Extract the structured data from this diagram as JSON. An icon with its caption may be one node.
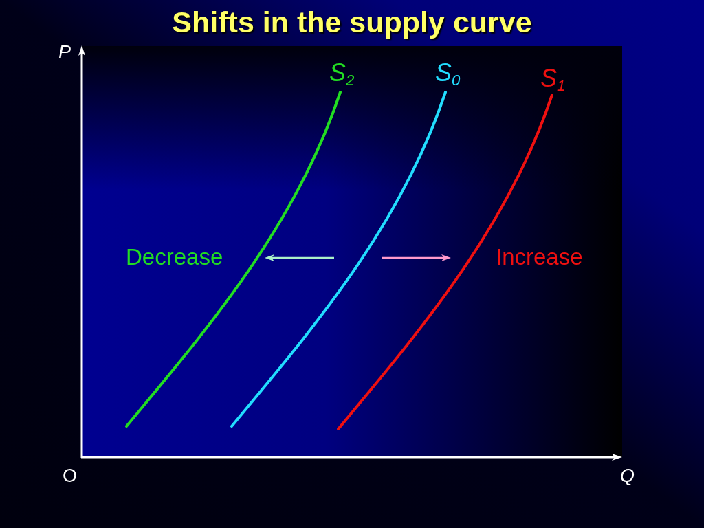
{
  "diagram": {
    "title": "Shifts in the supply curve",
    "labels": [
      "P",
      "S$_{2}$",
      "S$_{0}$",
      "S$_{1}$",
      "Decrease",
      "Increase",
      "O",
      "Q"
    ]
  }
}
